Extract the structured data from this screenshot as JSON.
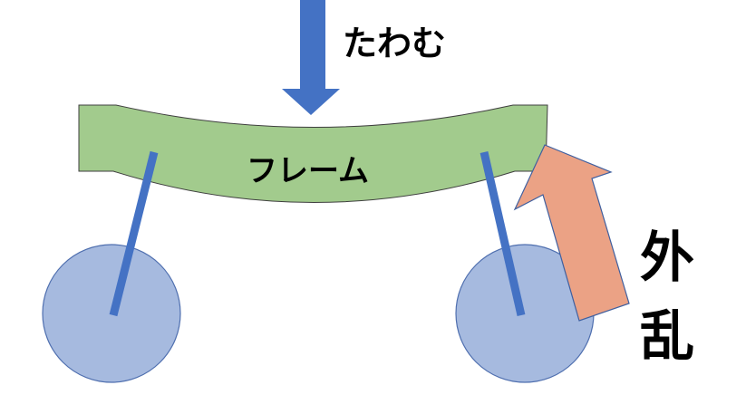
{
  "labels": {
    "bend": "たわむ",
    "frame": "フレーム",
    "disturbance_line1": "外",
    "disturbance_line2": "乱"
  },
  "colors": {
    "frame_fill": "#A2CB8D",
    "frame_stroke": "#3F3F3F",
    "wheel_fill": "#A6BADF",
    "wheel_stroke": "#4F6FAF",
    "axle": "#4472C4",
    "load_arrow": "#4472C4",
    "disturbance_arrow": "#EBA285",
    "disturbance_arrow_stroke": "#3F5F9F"
  }
}
